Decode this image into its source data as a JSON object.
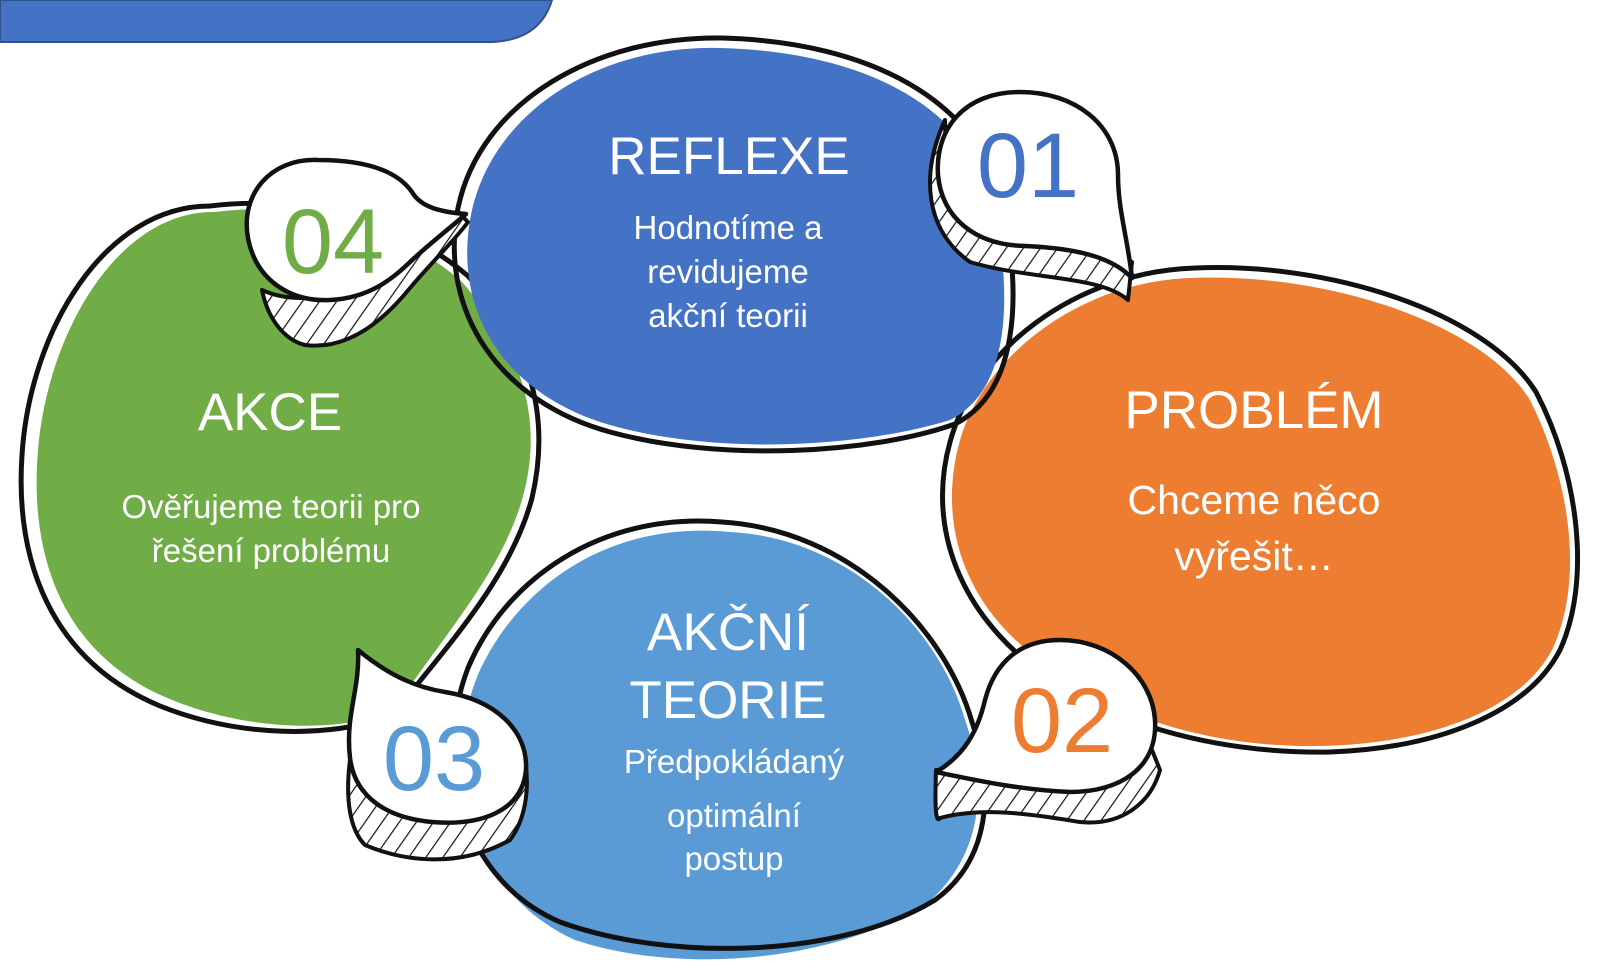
{
  "colors": {
    "header_bar": "#4472c4",
    "reflexe": "#4472c4",
    "problem": "#ed7d31",
    "teorie": "#5b9bd5",
    "akce": "#70ad47",
    "outline": "#111111",
    "text": "#ffffff"
  },
  "steps": {
    "reflexe": {
      "number": "01",
      "title": "REFLEXE",
      "desc_line1": "Hodnotíme a",
      "desc_line2": "revidujeme",
      "desc_line3": "akční teorii"
    },
    "problem": {
      "number": "02",
      "title": "PROBLÉM",
      "desc_line1": "Chceme něco",
      "desc_line2": "vyřešit…"
    },
    "teorie": {
      "number": "03",
      "title_line1": "AKČNÍ",
      "title_line2": "TEORIE",
      "desc_line1": "Předpokládaný",
      "desc_line2": "optimální",
      "desc_line3": "postup"
    },
    "akce": {
      "number": "04",
      "title": "AKCE",
      "desc_line1": "Ověřujeme teorii pro",
      "desc_line2": "řešení problému"
    }
  }
}
